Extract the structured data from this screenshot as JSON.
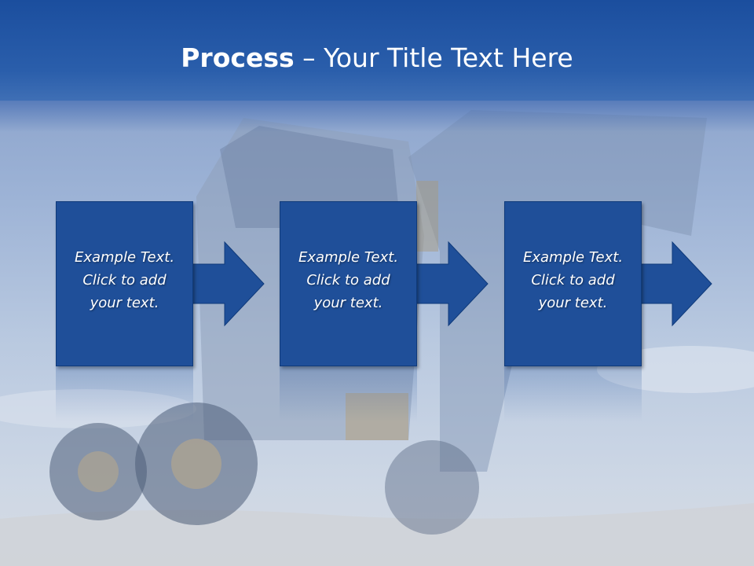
{
  "slide": {
    "title_bold": "Process",
    "title_rest": " – Your Title Text Here"
  },
  "steps": [
    {
      "line1": "Example Text.",
      "line2": "Click  to add",
      "line3": "your text."
    },
    {
      "line1": "Example Text.",
      "line2": "Click  to add",
      "line3": "your text."
    },
    {
      "line1": "Example Text.",
      "line2": "Click  to add",
      "line3": "your text."
    }
  ],
  "colors": {
    "header": "#1b4e9e",
    "box": "#1f4f99",
    "text": "#ffffff"
  }
}
